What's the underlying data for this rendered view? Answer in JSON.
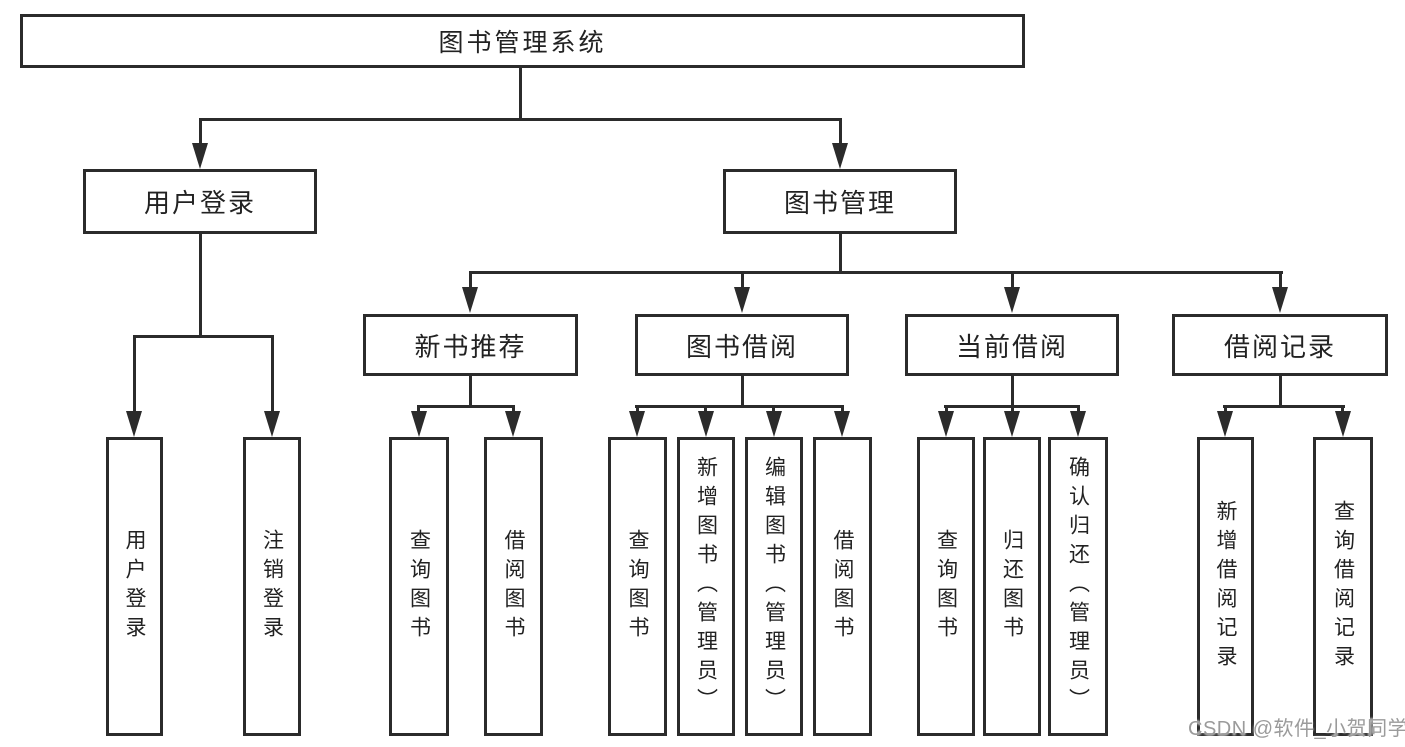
{
  "diagram": {
    "root": {
      "label": "图书管理系统"
    },
    "branches": [
      {
        "label": "用户登录",
        "children": [
          {
            "label": "用户登录"
          },
          {
            "label": "注销登录"
          }
        ]
      },
      {
        "label": "图书管理",
        "children": [
          {
            "label": "新书推荐",
            "children": [
              {
                "label": "查询图书"
              },
              {
                "label": "借阅图书"
              }
            ]
          },
          {
            "label": "图书借阅",
            "children": [
              {
                "label": "查询图书"
              },
              {
                "label": "新增图书（管理员）"
              },
              {
                "label": "编辑图书（管理员）"
              },
              {
                "label": "借阅图书"
              }
            ]
          },
          {
            "label": "当前借阅",
            "children": [
              {
                "label": "查询图书"
              },
              {
                "label": "归还图书"
              },
              {
                "label": "确认归还（管理员）"
              }
            ]
          },
          {
            "label": "借阅记录",
            "children": [
              {
                "label": "新增借阅记录"
              },
              {
                "label": "查询借阅记录"
              }
            ]
          }
        ]
      }
    ]
  },
  "watermark": {
    "text": "CSDN @软件_小贺同学",
    "color": "#9b9b9b"
  },
  "colors": {
    "line": "#2b2b2b",
    "text": "#222222",
    "background": "#ffffff"
  }
}
